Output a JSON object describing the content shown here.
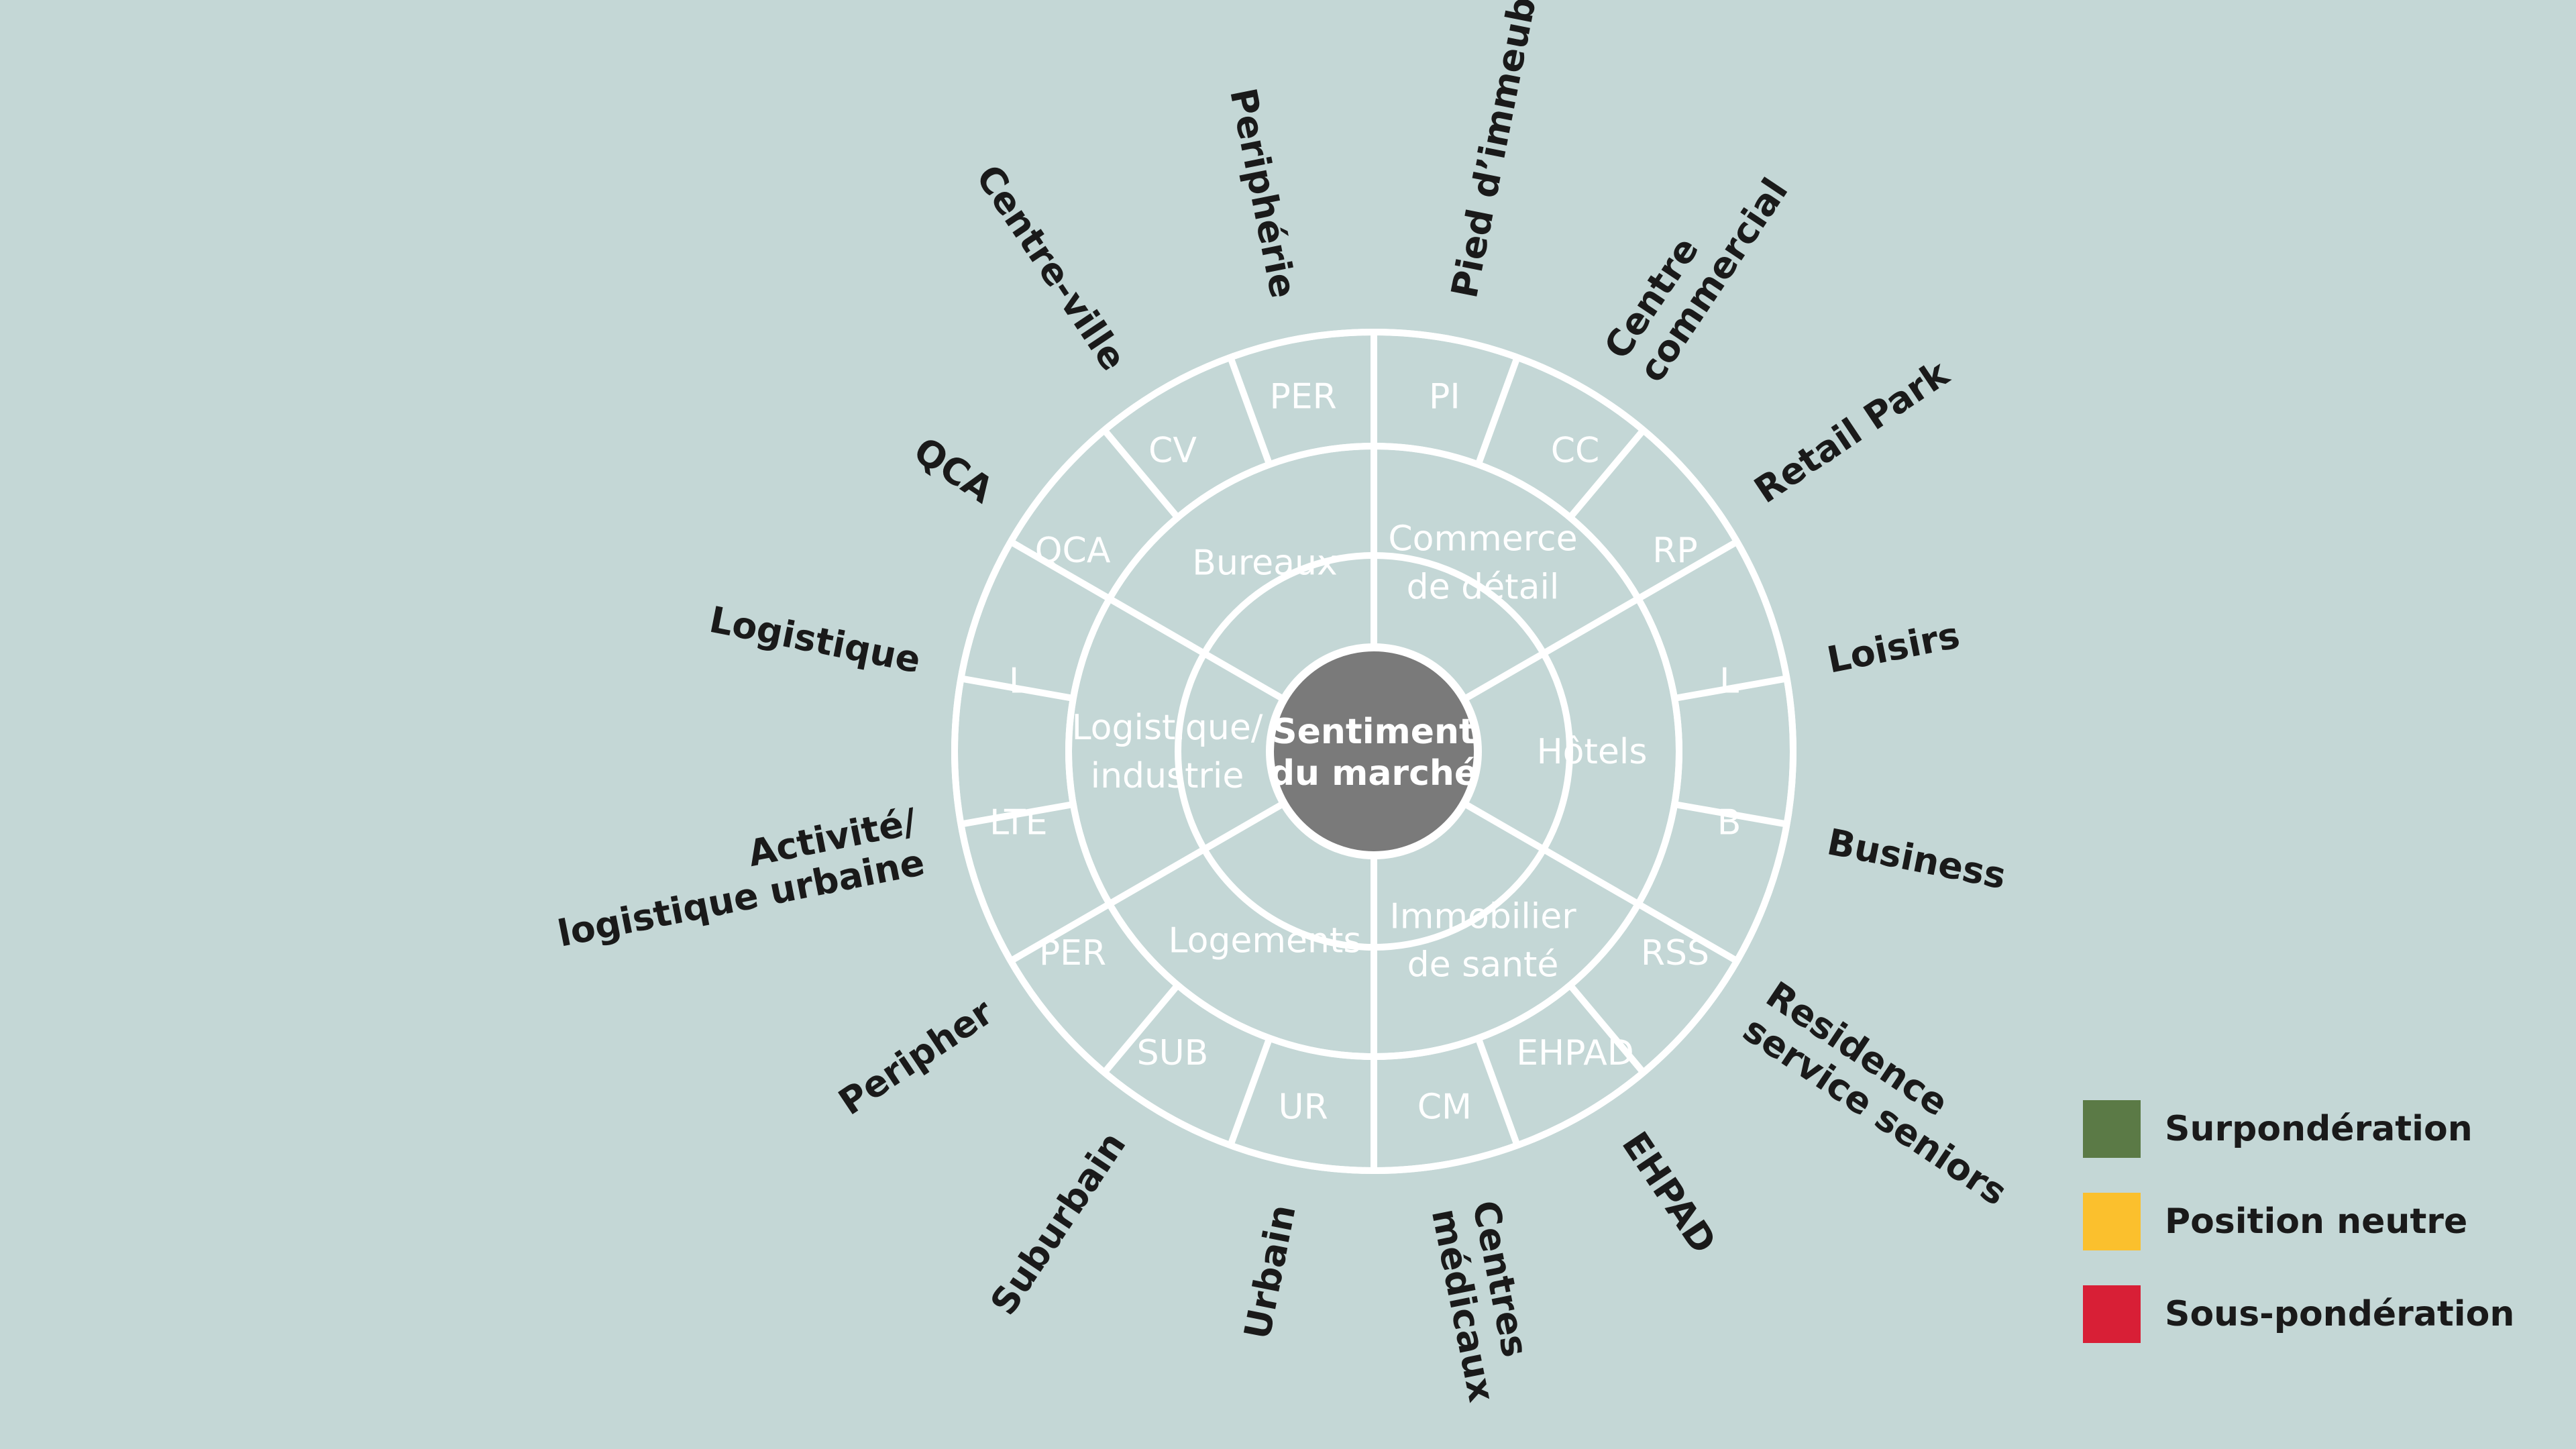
{
  "center": {
    "lines": [
      "Sentiment",
      "du marché"
    ],
    "color": "#7a7a7a"
  },
  "sectors": [
    {
      "lines": [
        "Bureaux"
      ]
    },
    {
      "lines": [
        "Commerce",
        "de détail"
      ]
    },
    {
      "lines": [
        "Hôtels"
      ]
    },
    {
      "lines": [
        "Immobilier",
        "de santé"
      ]
    },
    {
      "lines": [
        "Logements"
      ]
    },
    {
      "lines": [
        "Logistique/",
        "industrie"
      ]
    }
  ],
  "segments": [
    {
      "abbr": "PI",
      "outer": [
        "Pied d’immeuble"
      ]
    },
    {
      "abbr": "CC",
      "outer": [
        "Centre",
        "commercial"
      ]
    },
    {
      "abbr": "RP",
      "outer": [
        "Retail Park"
      ]
    },
    {
      "abbr": "L",
      "outer": [
        "Loisirs"
      ]
    },
    {
      "abbr": "B",
      "outer": [
        "Business"
      ]
    },
    {
      "abbr": "RSS",
      "outer": [
        "Residence",
        "service seniors"
      ]
    },
    {
      "abbr": "EHPAD",
      "outer": [
        "EHPAD"
      ]
    },
    {
      "abbr": "CM",
      "outer": [
        "Centres",
        "médicaux"
      ]
    },
    {
      "abbr": "UR",
      "outer": [
        "Urbain"
      ]
    },
    {
      "abbr": "SUB",
      "outer": [
        "Suburbain"
      ]
    },
    {
      "abbr": "PER",
      "outer": [
        "Peripher"
      ]
    },
    {
      "abbr": "LTE",
      "outer": [
        "Activité/",
        "logistique urbaine"
      ]
    },
    {
      "abbr": "L",
      "outer": [
        "Logistique"
      ]
    },
    {
      "abbr": "QCA",
      "outer": [
        "QCA"
      ]
    },
    {
      "abbr": "CV",
      "outer": [
        "Centre-ville"
      ]
    },
    {
      "abbr": "PER",
      "outer": [
        "Periphérie"
      ]
    }
  ],
  "legend": [
    {
      "label": "Surpondération",
      "color": "#5b7a46"
    },
    {
      "label": "Position neutre",
      "color": "#fbc02d"
    },
    {
      "label": "Sous-pondération",
      "color": "#d81f36"
    }
  ],
  "colors": {
    "background": "#c4d7d6",
    "lines": "#ffffff",
    "outer_text": "#1a1a1a"
  }
}
